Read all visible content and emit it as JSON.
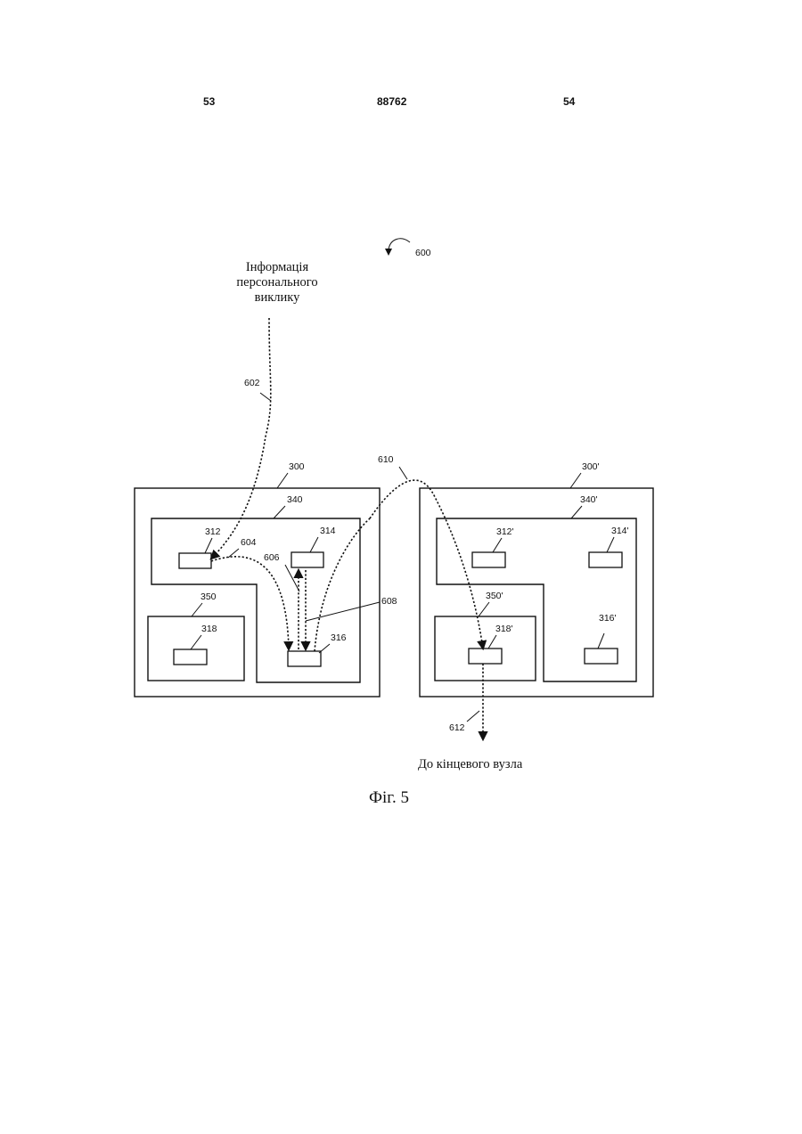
{
  "header": {
    "left_page": "53",
    "patent_number": "88762",
    "right_page": "54"
  },
  "figure": {
    "caption": "Фіг. 5",
    "ref_main": "600",
    "input_label": [
      "Інформація",
      "персонального",
      "виклику"
    ],
    "output_label": "До кінцевого вузла",
    "refs": {
      "r602": "602",
      "r604": "604",
      "r606": "606",
      "r608": "608",
      "r610": "610",
      "r612": "612",
      "node_left": "300",
      "zone_left_a": "340",
      "zone_left_b": "350",
      "c312": "312",
      "c314": "314",
      "c316": "316",
      "c318": "318",
      "node_right": "300'",
      "zone_right_a": "340'",
      "zone_right_b": "350'",
      "c312p": "312'",
      "c314p": "314'",
      "c316p": "316'",
      "c318p": "318'"
    }
  }
}
